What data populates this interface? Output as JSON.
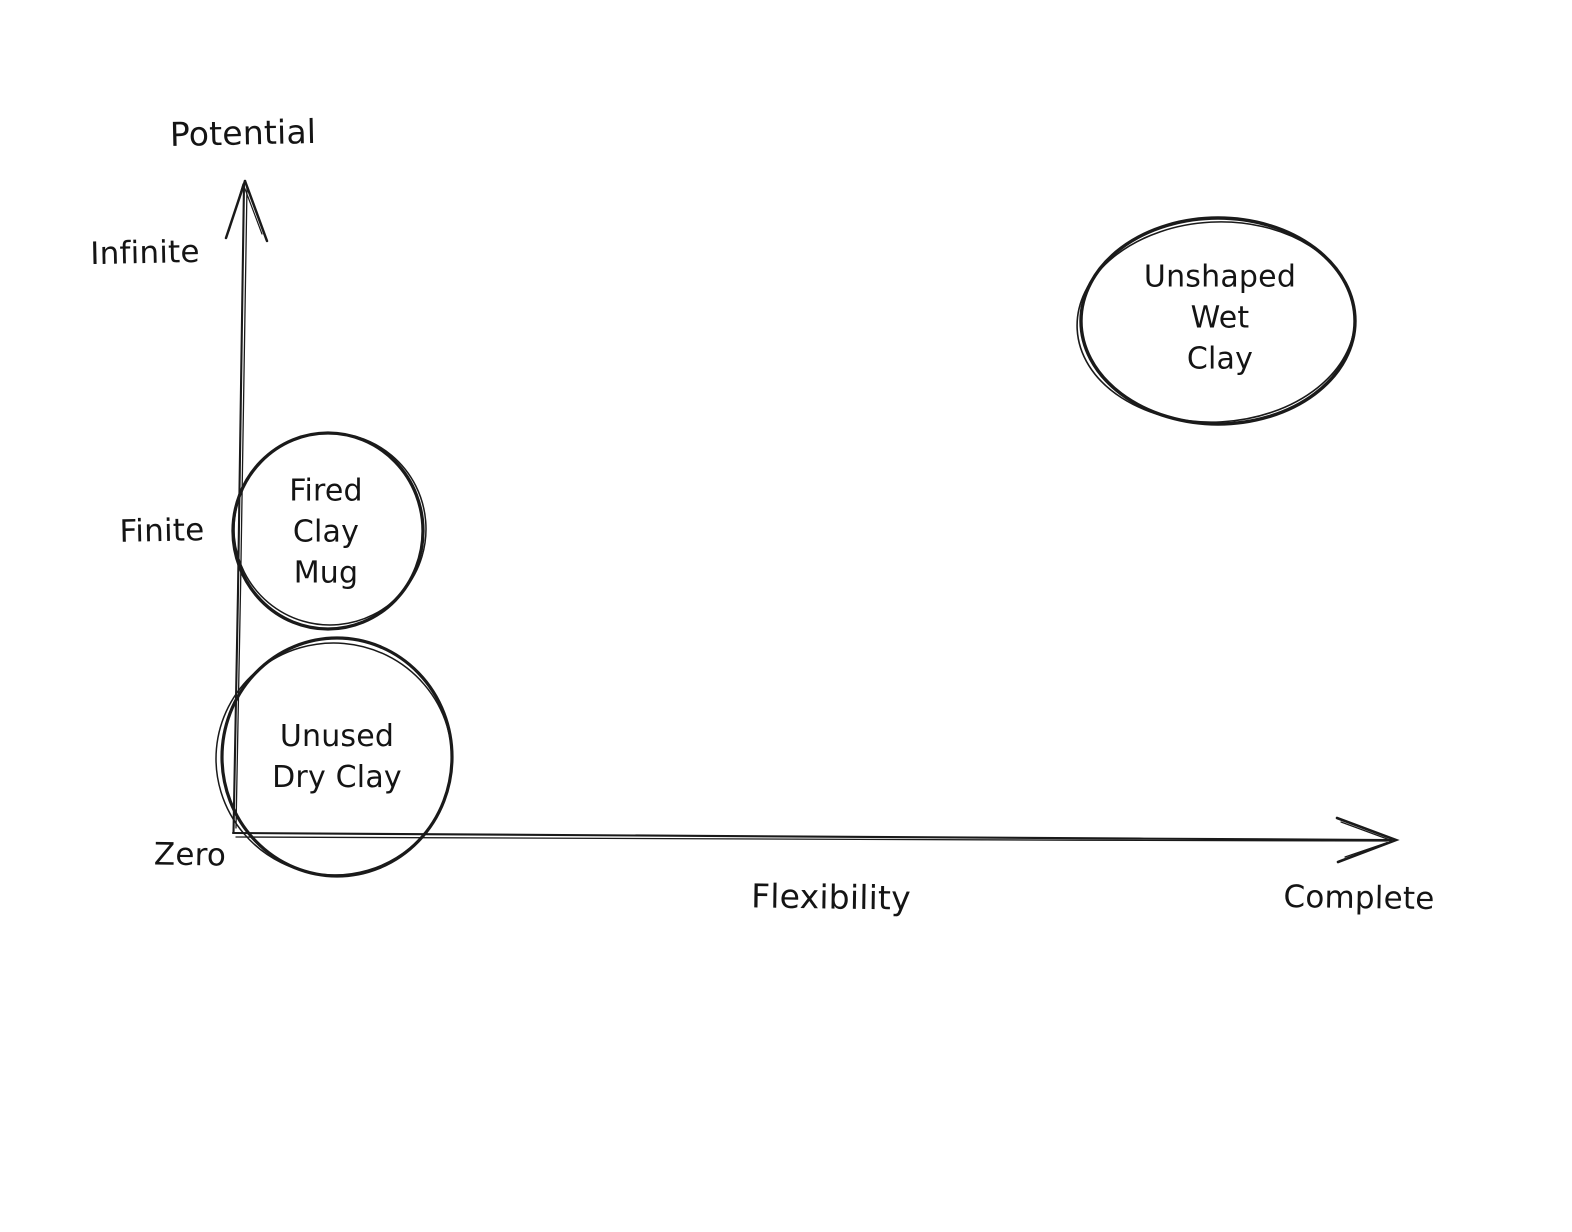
{
  "canvas": {
    "background": "#ffffff",
    "ink": "#1a1a1a"
  },
  "axes": {
    "y": {
      "title": "Potential",
      "ticks": [
        "Infinite",
        "Finite",
        "Zero"
      ]
    },
    "x": {
      "title": "Flexibility",
      "end_tick": "Complete"
    }
  },
  "nodes": [
    {
      "id": "unshaped-wet-clay",
      "lines": [
        "Unshaped",
        "Wet",
        "Clay"
      ]
    },
    {
      "id": "fired-clay-mug",
      "lines": [
        "Fired",
        "Clay",
        "Mug"
      ]
    },
    {
      "id": "unused-dry-clay",
      "lines": [
        "Unused",
        "Dry Clay"
      ]
    }
  ]
}
